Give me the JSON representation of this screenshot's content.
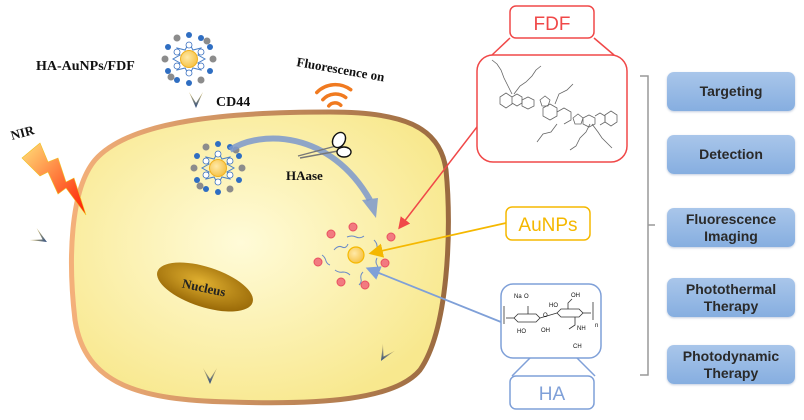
{
  "labels": {
    "nanoparticle": "HA-AuNPs/FDF",
    "receptor": "CD44",
    "fluorescence": "Fluorescence on",
    "nir": "NIR",
    "enzyme": "HAase",
    "nucleus": "Nucleus",
    "fdf": "FDF",
    "aunps": "AuNPs",
    "ha": "HA"
  },
  "ha_structure_labels": {
    "na": "Na",
    "o_minus": "O",
    "oh1": "OH",
    "ho1": "HO",
    "oh2": "OH",
    "ho2": "HO",
    "nh": "NH",
    "ch3": "CH",
    "n": "n",
    "o": "O"
  },
  "functions": [
    {
      "line1": "Targeting",
      "line2": ""
    },
    {
      "line1": "Detection",
      "line2": ""
    },
    {
      "line1": "Fluorescence",
      "line2": "Imaging"
    },
    {
      "line1": "Photothermal",
      "line2": "Therapy"
    },
    {
      "line1": "Photodynamic",
      "line2": "Therapy"
    }
  ],
  "colors": {
    "fdf": "#f04848",
    "aunps": "#f5b800",
    "ha": "#7fa0d8",
    "cell_fill": "#fbeea0",
    "membrane": "#d9a070",
    "nucleus": "#b8860b",
    "wifi": "#f07a20",
    "button": "#94b7e4"
  }
}
